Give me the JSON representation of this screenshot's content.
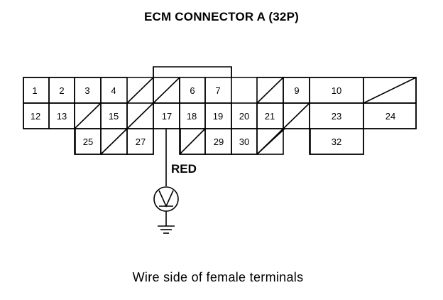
{
  "title": "ECM CONNECTOR A (32P)",
  "caption": "Wire side of female terminals",
  "wire_label": "RED",
  "terminals": [
    {
      "number": "1",
      "row": "top",
      "label": "1"
    },
    {
      "number": "2",
      "row": "top",
      "label": "2"
    },
    {
      "number": "3",
      "row": "top",
      "label": "3"
    },
    {
      "number": "4",
      "row": "top",
      "label": "4"
    },
    {
      "number": "6",
      "row": "top",
      "label": "6"
    },
    {
      "number": "7",
      "row": "top",
      "label": "7"
    },
    {
      "number": "9",
      "row": "top",
      "label": "9"
    },
    {
      "number": "10",
      "row": "top",
      "label": "10"
    },
    {
      "number": "12",
      "row": "middle",
      "label": "12"
    },
    {
      "number": "13",
      "row": "middle",
      "label": "13"
    },
    {
      "number": "15",
      "row": "middle",
      "label": "15"
    },
    {
      "number": "17",
      "row": "middle",
      "label": "17"
    },
    {
      "number": "18",
      "row": "middle",
      "label": "18"
    },
    {
      "number": "19",
      "row": "middle",
      "label": "19"
    },
    {
      "number": "20",
      "row": "middle",
      "label": "20"
    },
    {
      "number": "21",
      "row": "middle",
      "label": "21"
    },
    {
      "number": "23",
      "row": "middle",
      "label": "23"
    },
    {
      "number": "24",
      "row": "middle",
      "label": "24"
    },
    {
      "number": "25",
      "row": "bottom",
      "label": "25"
    },
    {
      "number": "27",
      "row": "bottom",
      "label": "27"
    },
    {
      "number": "29",
      "row": "bottom",
      "label": "29"
    },
    {
      "number": "30",
      "row": "bottom",
      "label": "30"
    },
    {
      "number": "32",
      "row": "bottom",
      "label": "32"
    }
  ],
  "probed_terminal": "17",
  "meter_icon": "voltmeter-icon",
  "ground_icon": "ground-icon",
  "colors": {
    "line": "#000000",
    "background": "#ffffff"
  }
}
